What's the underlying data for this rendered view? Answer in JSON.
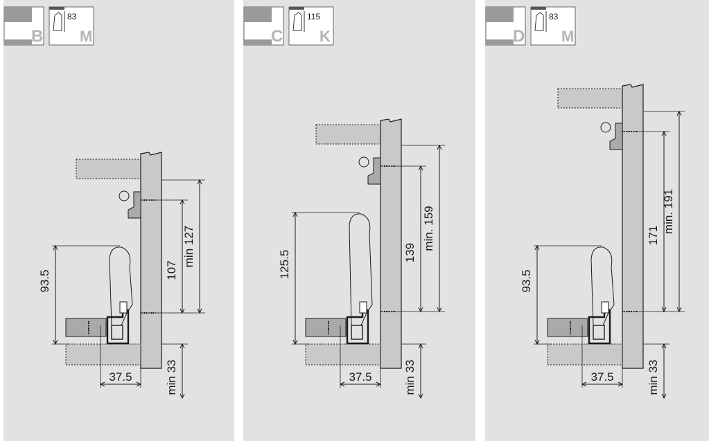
{
  "colors": {
    "panel_bg": "#e2e2e2",
    "part_fill": "#c9c9c9",
    "line": "#1a1a1a",
    "icon_letter": "#b5b5b5",
    "icon_box_fill": "#ffffff",
    "icon_box_dark": "#9a9a9a"
  },
  "panels": [
    {
      "id": "B",
      "icon_letter": "B",
      "runner_height_text": "83",
      "runner_letter": "M",
      "dims": {
        "front_height": "93.5",
        "screw_spacing": "107",
        "min_top": "min 127",
        "min_bottom": "min 33",
        "offset": "37.5"
      }
    },
    {
      "id": "C",
      "icon_letter": "C",
      "runner_height_text": "115",
      "runner_letter": "K",
      "dims": {
        "front_height": "125.5",
        "screw_spacing": "139",
        "min_top": "min. 159",
        "min_bottom": "min 33",
        "offset": "37.5"
      }
    },
    {
      "id": "D",
      "icon_letter": "D",
      "runner_height_text": "83",
      "runner_letter": "M",
      "dims": {
        "front_height": "93.5",
        "screw_spacing": "171",
        "min_top": "min. 191",
        "min_bottom": "min 33",
        "offset": "37.5"
      }
    }
  ]
}
